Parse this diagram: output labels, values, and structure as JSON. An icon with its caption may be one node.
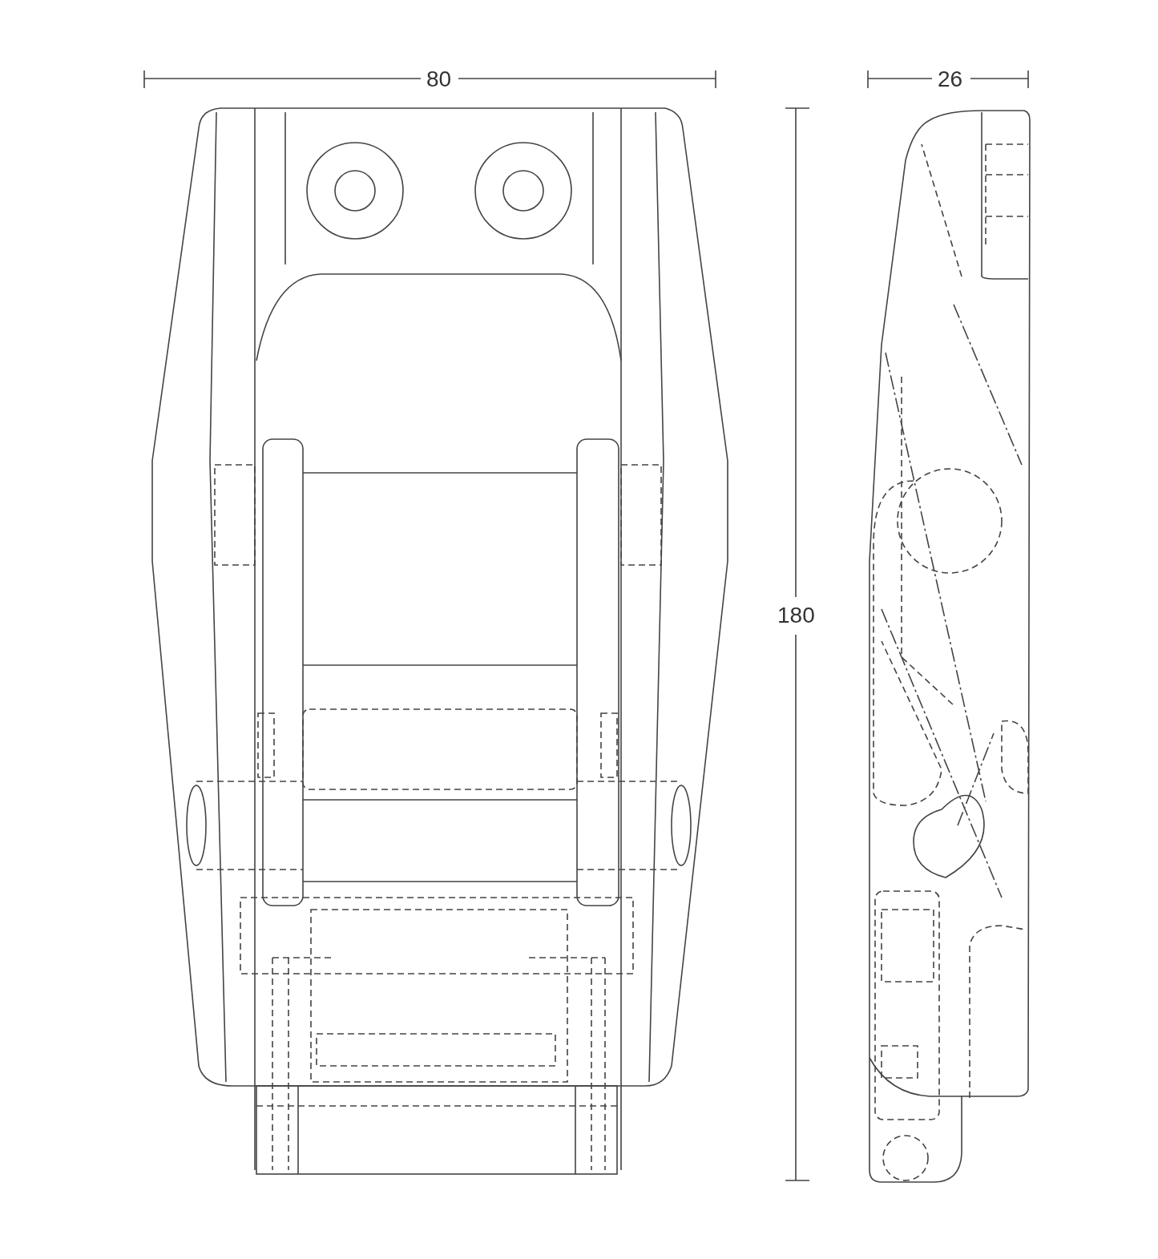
{
  "diagram": {
    "labels": [
      "80",
      "26",
      "180"
    ]
  }
}
